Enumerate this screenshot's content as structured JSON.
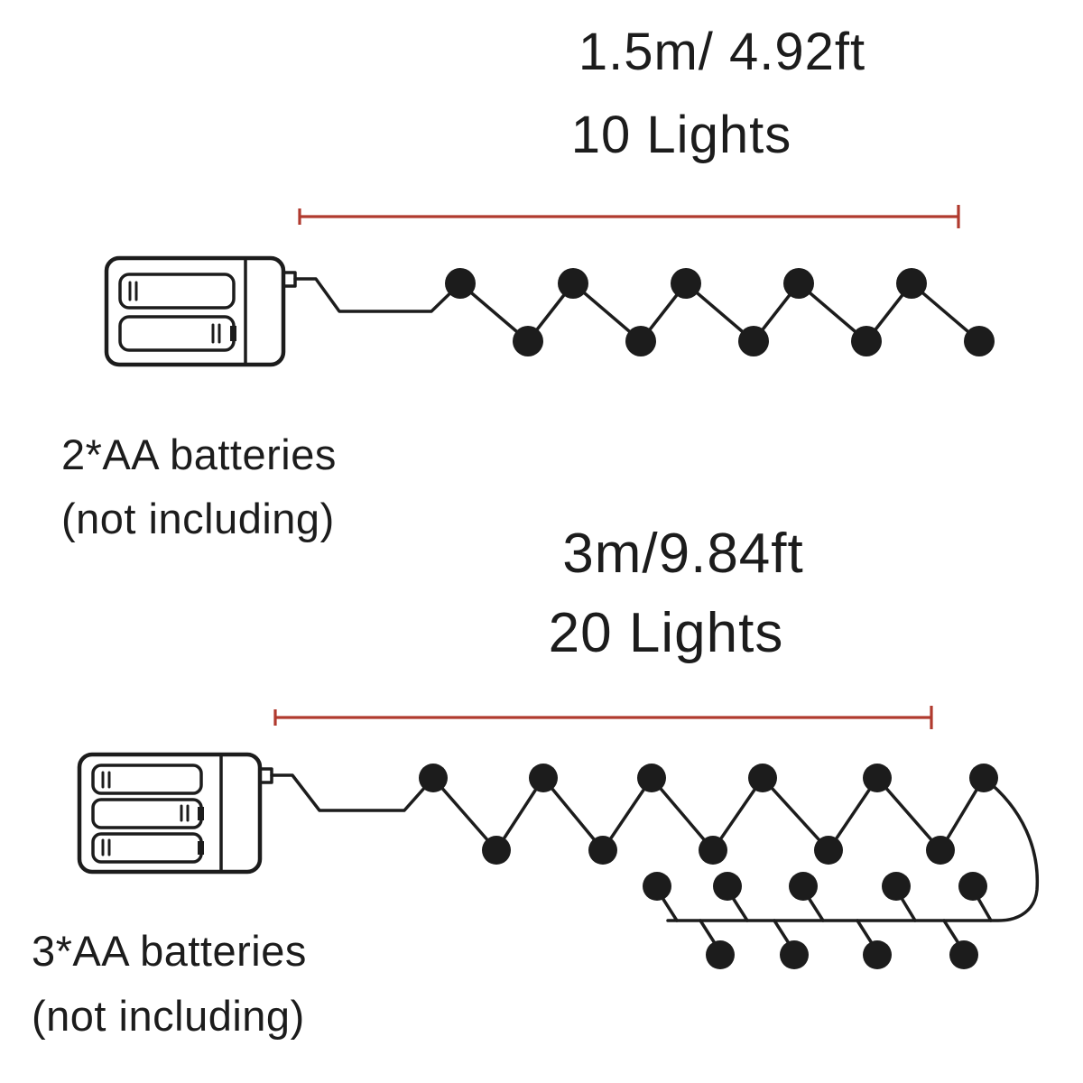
{
  "colors": {
    "background": "#ffffff",
    "ink": "#1c1c1c",
    "measure_red": "#b03a2e"
  },
  "string1": {
    "length_label": "1.5m/ 4.92ft",
    "lights_label": "10 Lights",
    "lights_count": 10,
    "battery_note_line1": "2*AA batteries",
    "battery_note_line2": "(not including)"
  },
  "string2": {
    "length_label": "3m/9.84ft",
    "lights_label": "20 Lights",
    "lights_count": 20,
    "battery_note_line1": "3*AA batteries",
    "battery_note_line2": "(not including)"
  }
}
